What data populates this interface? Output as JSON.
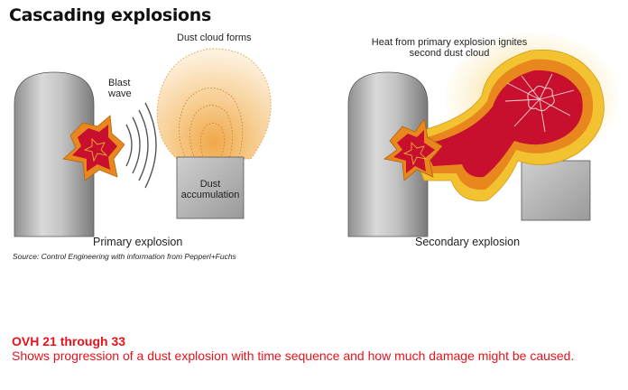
{
  "title": "Cascading explosions",
  "left_panel": {
    "blast_label": "Blast\nwave",
    "blast_line1": "Blast",
    "blast_line2": "wave",
    "cloud_label": "Dust cloud forms",
    "dust_line1": "Dust",
    "dust_line2": "accumulation",
    "caption": "Primary explosion"
  },
  "right_panel": {
    "heat_line1": "Heat from primary explosion ignites",
    "heat_line2": "second dust cloud",
    "caption": "Secondary explosion"
  },
  "source": {
    "key": "Source:",
    "text": " Control Engineering with information from Pepperl+Fuchs"
  },
  "note": {
    "heading": "OVH 21 through 33",
    "body": "Shows progression of a dust explosion with time sequence and how much damage might be caused."
  },
  "colors": {
    "silo_gray": "#b8b8b8",
    "fire_red": "#c8102e",
    "fire_orange": "#e8871e",
    "fire_yellow": "#f2c230",
    "dust_cloud": "#f5c98a",
    "note_red": "#e8121a"
  }
}
